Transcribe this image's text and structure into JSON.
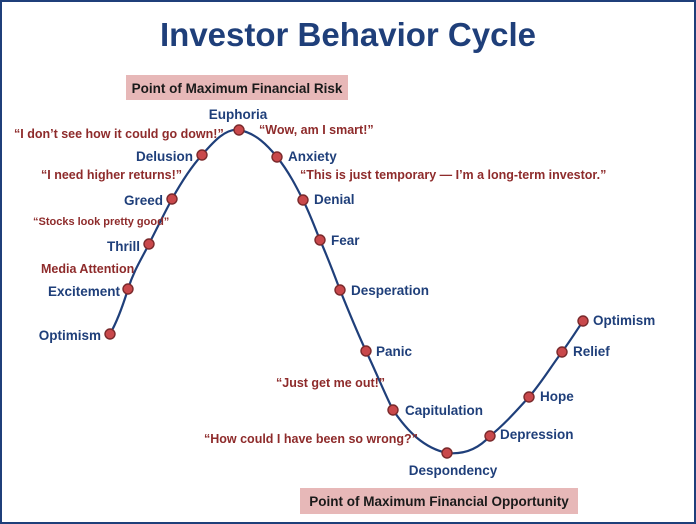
{
  "title": "Investor Behavior Cycle",
  "callouts": {
    "risk": "Point of Maximum Financial Risk",
    "opportunity": "Point of Maximum Financial Opportunity"
  },
  "stages": [
    "Optimism",
    "Excitement",
    "Thrill",
    "Greed",
    "Delusion",
    "Euphoria",
    "Anxiety",
    "Denial",
    "Fear",
    "Desperation",
    "Panic",
    "Capitulation",
    "Despondency",
    "Depression",
    "Hope",
    "Relief",
    "Optimism"
  ],
  "quotes": {
    "media": "Media Attention",
    "stocks": "“Stocks  look pretty good”",
    "higher": "“I need higher returns!”",
    "down": "“I don’t see how it could go down!”",
    "smart": "“Wow, am I smart!”",
    "temporary": "“This is just temporary — I’m a long-term investor.”",
    "getout": "“Just get me out!”",
    "wrong": "“How could I have been so wrong?”"
  },
  "colors": {
    "title": "#1f3f7a",
    "stage_text": "#1f3f7a",
    "quote_text": "#8e2b2b",
    "callout_background": "#e7b8b8",
    "marker_fill": "#c9484b",
    "curve": "#1f3f7a"
  }
}
